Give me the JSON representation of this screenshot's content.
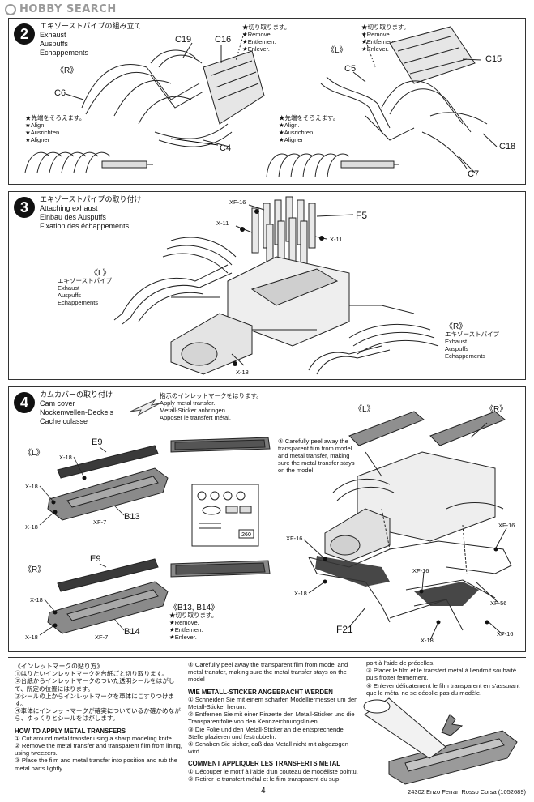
{
  "watermark": "HOBBY SEARCH",
  "steps": [
    {
      "number": "2",
      "title_jp": "エキゾーストパイプの組み立て",
      "title_en": "Exhaust",
      "title_de": "Auspuffs",
      "title_fr": "Echappements",
      "side_r": "《R》",
      "side_l": "《L》",
      "remove_note": [
        "★切り取ります。",
        "★Remove.",
        "★Entfernen.",
        "★Enlever."
      ],
      "align_note": [
        "★先端をそろえます。",
        "★Align.",
        "★Ausrichten.",
        "★Aligner"
      ],
      "parts": {
        "c19": "C19",
        "c16": "C16",
        "c6": "C6",
        "c4": "C4",
        "c15": "C15",
        "c5": "C5",
        "c18": "C18",
        "c7": "C7"
      }
    },
    {
      "number": "3",
      "title_jp": "エキゾーストパイプの取り付け",
      "title_en": "Attaching exhaust",
      "title_de": "Einbau des Auspuffs",
      "title_fr": "Fixation des échappements",
      "left_note": [
        "《L》",
        "エキゾーストパイプ",
        "Exhaust",
        "Auspuffs",
        "Echappements"
      ],
      "right_note": [
        "《R》",
        "エキゾーストパイプ",
        "Exhaust",
        "Auspuffs",
        "Echappements"
      ],
      "parts": {
        "xf16": "XF-16",
        "x11a": "X-11",
        "x11b": "X-11",
        "f5": "F5",
        "x18": "X-18"
      }
    },
    {
      "number": "4",
      "title_jp": "カムカバーの取り付け",
      "title_en": "Cam cover",
      "title_de": "Nockenwellen-Deckels",
      "title_fr": "Cache culasse",
      "transfer_note": [
        "指示のインレットマークをはります。",
        "Apply metal transfer.",
        "Metall-Sticker anbringen.",
        "Apposer le transfert métal."
      ],
      "side_l": "《L》",
      "side_r": "《R》",
      "b_note_title": "《B13, B14》",
      "remove_note": [
        "★切り取ります。",
        "★Remove.",
        "★Entfernen.",
        "★Enlever."
      ],
      "peel_note": "④ Carefully peel away the transparent film from model and metal transfer, making sure the metal transfer stays on the model",
      "sheet_num": "260",
      "parts": {
        "e9a": "E9",
        "x18a": "X-18",
        "x18b": "X-18",
        "x18c": "X-18",
        "b13": "B13",
        "xf7a": "XF-7",
        "e9b": "E9",
        "x18d": "X-18",
        "x18e": "X-18",
        "b14": "B14",
        "xf7b": "XF-7",
        "l": "《L》",
        "r": "《R》",
        "xf16a": "XF-16",
        "xf16b": "XF-16",
        "xf16c": "XF-16",
        "xf16d": "XF-16",
        "x18f": "X-18",
        "x18g": "X-18",
        "xf56": "XF-56",
        "f21": "F21"
      }
    }
  ],
  "instructions": {
    "jp_title": "《インレットマークの貼り方》",
    "jp_lines": [
      "①はりたいインレットマークを台紙ごと切り取ります。",
      "②台紙からインレットマークのついた透明シールをはがして、所定の位置にはります。",
      "③シールの上からインレットマークを車体にこすりつけます。",
      "④車体にインレットマークが確実についているか確かめながら、ゆっくりとシールをはがします。"
    ],
    "en_title": "HOW TO APPLY METAL TRANSFERS",
    "en_lines": [
      "① Cut around metal transfer using a sharp modeling knife.",
      "② Remove the metal transfer and transparent film from lining, using tweezers.",
      "③ Place the film and metal transfer into position and rub the metal parts lightly."
    ],
    "en_line4": "④ Carefully peel away the transparent film from model and metal transfer, making sure the metal transfer stays on the model",
    "de_title": "WIE METALL-STICKER ANGEBRACHT WERDEN",
    "de_lines": [
      "① Schneiden Sie mit einem scharfen Modelliermesser um den Metall-Sticker herum.",
      "② Entfernen Sie mit einer Pinzette den Metall-Sticker und die Transparentfolie von den Kennzeichnungslinien.",
      "③ Die Folie und den Metall-Sticker an die entsprechende Stelle plazieren und festrubbeln.",
      "④ Schaben Sie sicher, daß das Metall nicht mit abgezogen wird."
    ],
    "fr_title": "COMMENT APPLIQUER LES TRANSFERTS METAL",
    "fr_lines": [
      "① Découper le motif à l'aide d'un couteau de modéliste pointu.",
      "② Retirer le transfert métal et le film transparent du sup-"
    ],
    "fr_cont": [
      "port à l'aide de précelles.",
      "③ Placer le film et le transfert métal à l'endroit souhaité puis frotter fermement.",
      "④ Enlever délicatement le film transparent en s'assurant que le métal ne se décolle pas du modèle."
    ]
  },
  "footer": {
    "page": "4",
    "code": "24302 Enzo Ferrari Rosso Corsa (1052689)"
  }
}
